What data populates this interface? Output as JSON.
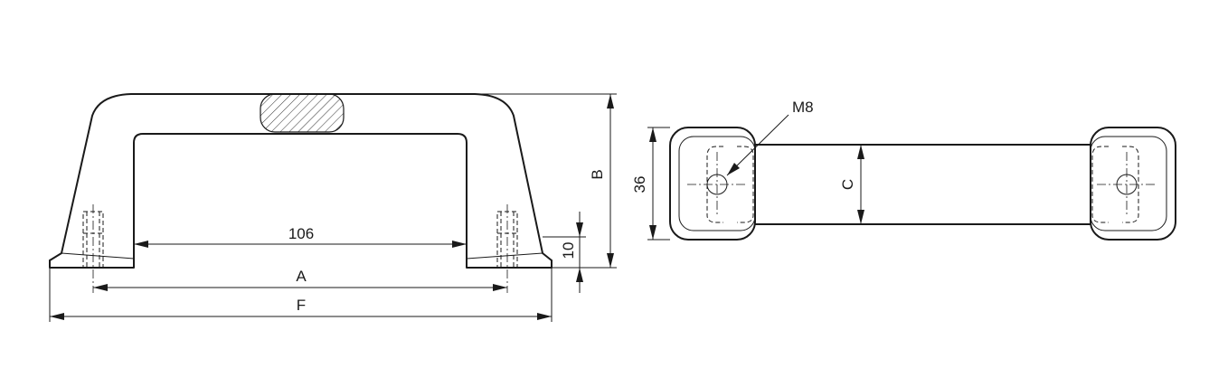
{
  "drawing": {
    "dimensions": {
      "inner_span": "106",
      "hole_spacing": "A",
      "overall_length": "F",
      "height": "B",
      "foot_height": "10",
      "width": "36",
      "grip_width": "C",
      "thread": "M8"
    }
  }
}
